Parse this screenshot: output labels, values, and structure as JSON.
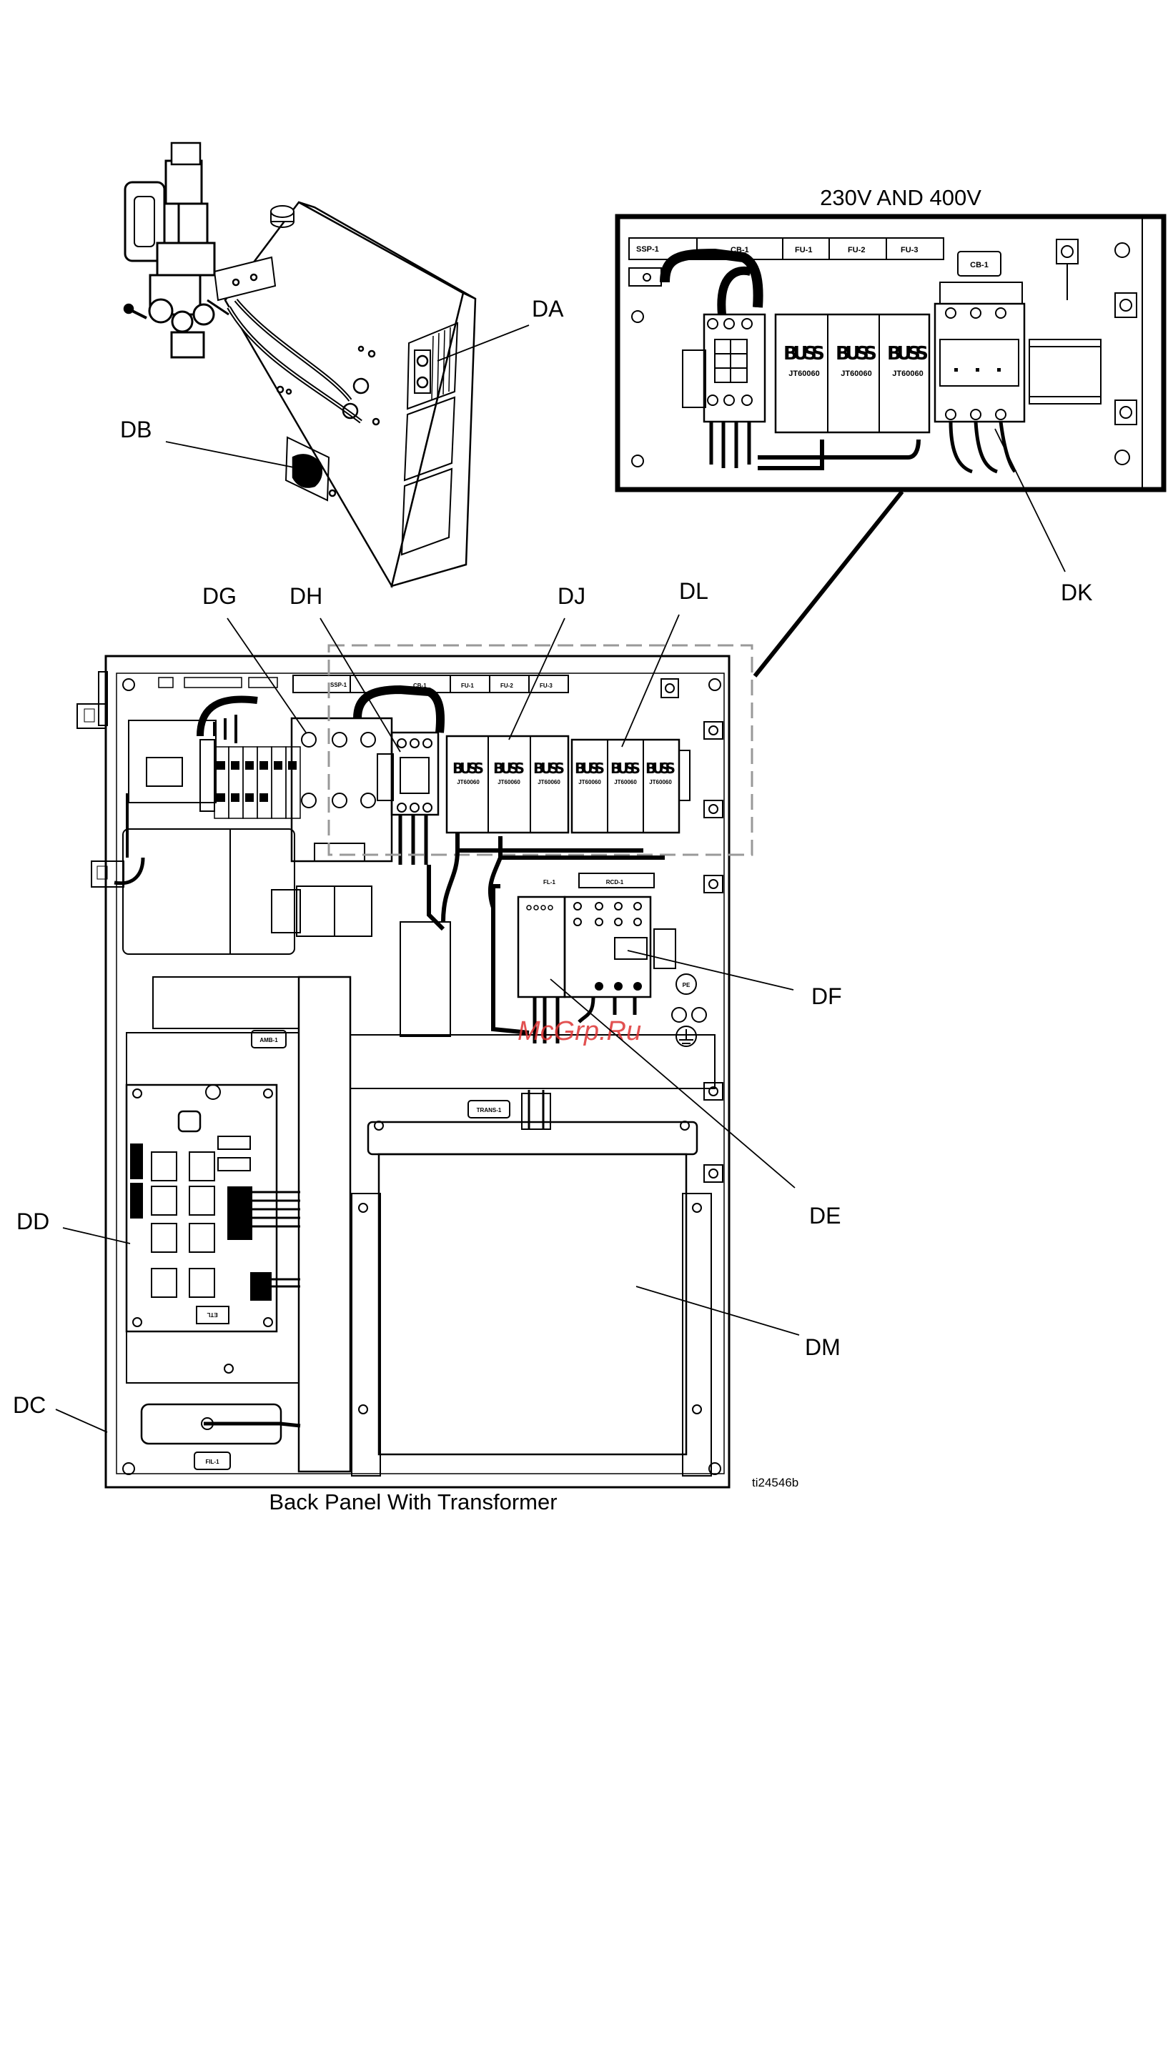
{
  "inset_title": "230V AND 400V",
  "caption": "Back Panel With Transformer",
  "figure_ref": "ti24546b",
  "watermark": "McGrp.Ru",
  "callouts": {
    "DA": "DA",
    "DB": "DB",
    "DC": "DC",
    "DD": "DD",
    "DE": "DE",
    "DF": "DF",
    "DG": "DG",
    "DH": "DH",
    "DJ": "DJ",
    "DK": "DK",
    "DL": "DL",
    "DM": "DM"
  },
  "inset_labels": {
    "ssp": "SSP-1",
    "cb1": "CB-1",
    "fu1": "FU-1",
    "fu2": "FU-2",
    "fu3": "FU-3",
    "cb1_right": "CB-1",
    "buss": "BUSS",
    "jt": "JT60060"
  },
  "panel_labels": {
    "ssp": "SSP-1",
    "cb1": "CB-1",
    "fu1": "FU-1",
    "fu2": "FU-2",
    "fu3": "FU-3",
    "buss": "BUSS",
    "jt": "JT60060",
    "fl1": "FL-1",
    "rcd1": "RCD-1",
    "pe": "PE",
    "amb1": "AMB-1",
    "trans1": "TRANS-1",
    "fil1": "FIL-1",
    "etl": "ETL"
  }
}
